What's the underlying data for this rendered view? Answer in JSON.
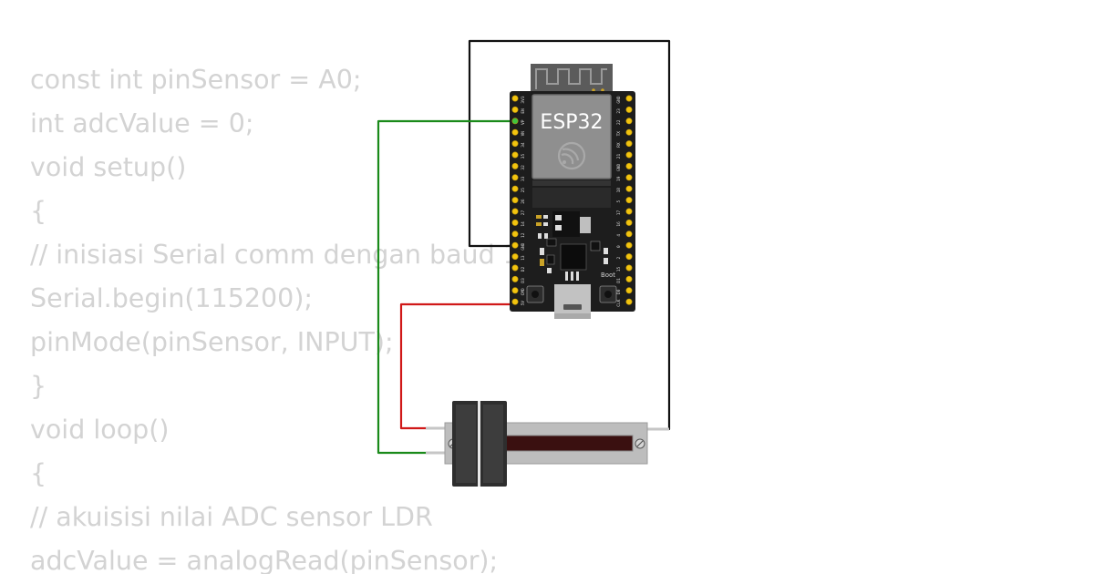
{
  "code_lines": [
    "const int pinSensor = A0;",
    "int adcValue = 0;",
    "void setup()",
    "{",
    "// inisiasi Serial comm dengan baud 115200",
    "Serial.begin(115200);",
    "pinMode(pinSensor, INPUT);",
    "}",
    "void loop()",
    "{",
    "// akuisisi nilai ADC sensor LDR",
    "adcValue = analogRead(pinSensor);"
  ],
  "board": {
    "chip_label": "ESP32",
    "boot_label": "Boot",
    "left_pins": [
      "3V3",
      "EN",
      "VP",
      "VN",
      "34",
      "35",
      "32",
      "33",
      "25",
      "26",
      "27",
      "14",
      "12",
      "GND",
      "13",
      "D2",
      "D3",
      "CMD",
      "5V"
    ],
    "right_pins": [
      "GND",
      "23",
      "22",
      "TX",
      "RX",
      "21",
      "GND",
      "19",
      "18",
      "5",
      "17",
      "16",
      "4",
      "0",
      "2",
      "15",
      "D1",
      "D0",
      "CLK"
    ]
  },
  "colors": {
    "wire_black": "#111111",
    "wire_green": "#1a8a1a",
    "wire_red": "#d01818",
    "code_text": "#d3d3d3",
    "board": "#1d1d1d",
    "pin": "#f2c40f"
  }
}
